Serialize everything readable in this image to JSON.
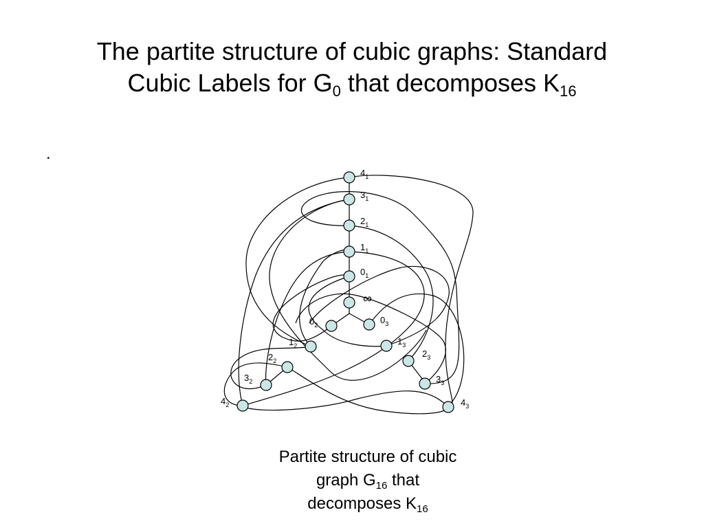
{
  "title": {
    "line1": "The partite structure of cubic graphs: Standard",
    "line2_a": "Cubic Labels for G",
    "line2_sub1": "0",
    "line2_b": " that decomposes K",
    "line2_sub2": "16"
  },
  "bullet": ".",
  "diagram": {
    "node_fill": "#cce5e5",
    "node_stroke": "#000000",
    "nodes": [
      {
        "id": "inf",
        "label": "∞",
        "sub": ""
      },
      {
        "id": "0_1",
        "label": "0",
        "sub": "1"
      },
      {
        "id": "1_1",
        "label": "1",
        "sub": "1"
      },
      {
        "id": "2_1",
        "label": "2",
        "sub": "1"
      },
      {
        "id": "3_1",
        "label": "3",
        "sub": "1"
      },
      {
        "id": "4_1",
        "label": "4",
        "sub": "1"
      },
      {
        "id": "0_2",
        "label": "0",
        "sub": "2"
      },
      {
        "id": "1_2",
        "label": "1",
        "sub": "2"
      },
      {
        "id": "2_2",
        "label": "2",
        "sub": "2"
      },
      {
        "id": "3_2",
        "label": "3",
        "sub": "2"
      },
      {
        "id": "4_2",
        "label": "4",
        "sub": "2"
      },
      {
        "id": "0_3",
        "label": "0",
        "sub": "3"
      },
      {
        "id": "1_3",
        "label": "1",
        "sub": "3"
      },
      {
        "id": "2_3",
        "label": "2",
        "sub": "3"
      },
      {
        "id": "3_3",
        "label": "3",
        "sub": "3"
      },
      {
        "id": "4_3",
        "label": "4",
        "sub": "3"
      }
    ]
  },
  "caption": {
    "line1": "Partite structure of cubic",
    "line2_a": "graph G",
    "line2_sub": "16",
    "line2_b": " that",
    "line3_a": "decomposes K",
    "line3_sub": "16"
  }
}
